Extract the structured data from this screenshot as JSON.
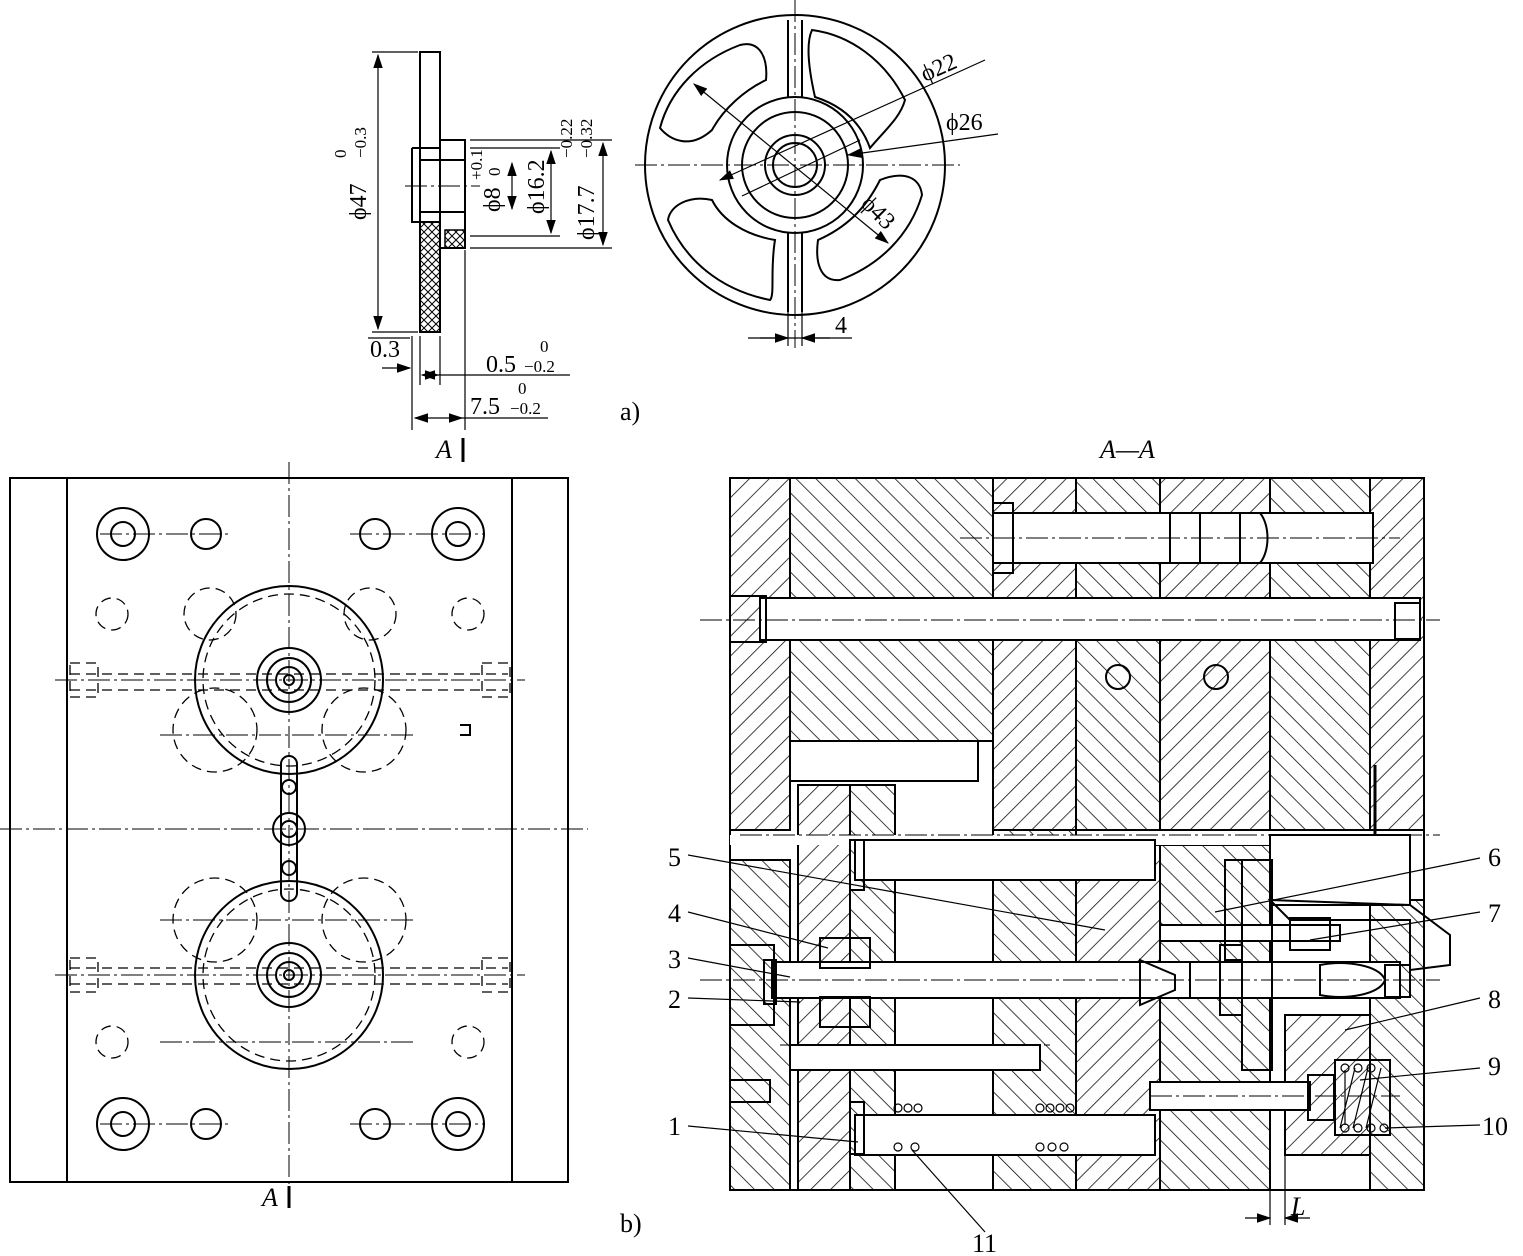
{
  "part_view": {
    "caption": "a)",
    "dims_side": {
      "d47": "ϕ47",
      "d47_tol_upper": "0",
      "d47_tol_lower": "−0.3",
      "d8": "ϕ8",
      "d8_tol_upper": "+0.1",
      "d8_tol_lower": "0",
      "d16": "ϕ16.2",
      "d17": "ϕ17.7",
      "d17_tol_upper": "−0.22",
      "d17_tol_lower": "−0.32",
      "t03": "0.3",
      "t05": "0.5",
      "t05_tol_upper": "0",
      "t05_tol_lower": "−0.2",
      "t75": "7.5",
      "t75_tol_upper": "0",
      "t75_tol_lower": "−0.2",
      "section_mark": "A"
    },
    "dims_front": {
      "d22": "ϕ22",
      "d26": "ϕ26",
      "d43": "ϕ43",
      "w4": "4"
    }
  },
  "mold_view": {
    "caption": "b)",
    "section_title": "A—A",
    "section_mark": "A",
    "dim_L": "L",
    "parts": [
      "1",
      "2",
      "3",
      "4",
      "5",
      "6",
      "7",
      "8",
      "9",
      "10",
      "11"
    ]
  }
}
